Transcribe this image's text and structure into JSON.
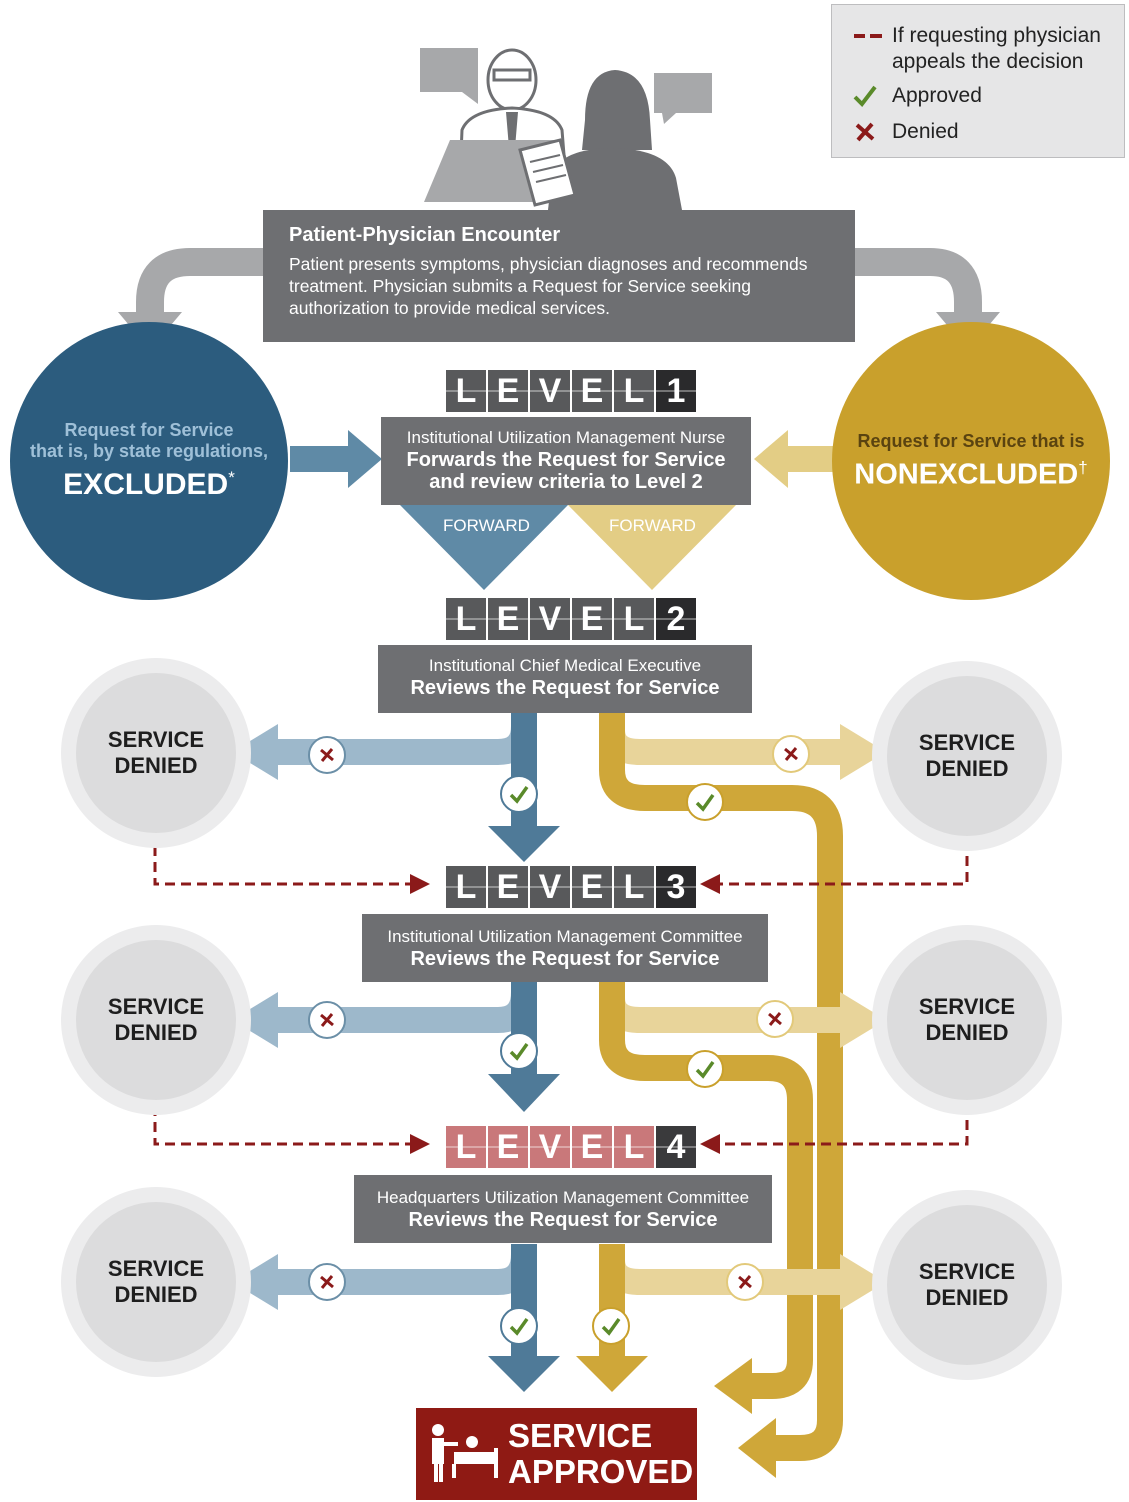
{
  "legend": {
    "appeal": "If requesting physician\nappeals the decision",
    "approved": "Approved",
    "denied": "Denied"
  },
  "encounter": {
    "title": "Patient-Physician Encounter",
    "description": "Patient presents symptoms, physician diagnoses and recommends treatment. Physician submits a Request for Service seeking authorization to provide medical services."
  },
  "excluded": {
    "line1": "Request for Service",
    "line2": "that is, by state regulations,",
    "big": "EXCLUDED",
    "mark": "*"
  },
  "nonexcluded": {
    "line1": "Request for Service that is",
    "big": "NONEXCLUDED",
    "mark": "†"
  },
  "level_word": [
    "L",
    "E",
    "V",
    "E",
    "L"
  ],
  "levels": [
    {
      "num": "1",
      "role": "Institutional Utilization Management Nurse",
      "action": "Forwards the Request for Service\nand review criteria to Level 2"
    },
    {
      "num": "2",
      "role": "Institutional Chief Medical Executive",
      "action": "Reviews the Request for Service"
    },
    {
      "num": "3",
      "role": "Institutional Utilization Management Committee",
      "action": "Reviews the Request for Service"
    },
    {
      "num": "4",
      "role": "Headquarters Utilization Management Committee",
      "action": "Reviews the Request for Service"
    }
  ],
  "forward_label": "FORWARD",
  "denied_label": "SERVICE\nDENIED",
  "approved_label": "SERVICE\nAPPROVED",
  "colors": {
    "blue_dark": "#2c5c7e",
    "blue_mid": "#5f8aa6",
    "blue_light": "#9db8cb",
    "gold": "#c9a02c",
    "gold_light": "#e8d49a",
    "appeal_red": "#8b1a1a",
    "check_green": "#5a8a2a",
    "x_red": "#8b1a1a",
    "approved_box": "#8f1a14"
  }
}
